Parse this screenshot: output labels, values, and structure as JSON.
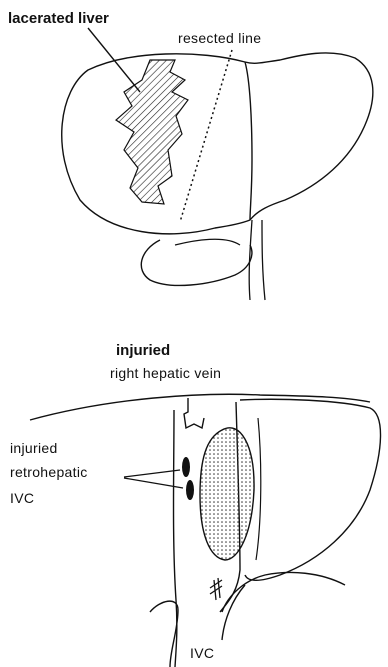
{
  "top_panel": {
    "label_lacerated": "lacerated  liver",
    "label_resected": "resected  line"
  },
  "bottom_panel": {
    "label_injuried_1": "injuried",
    "label_rhv": "right  hepatic  vein",
    "label_injuried_2": "injuried",
    "label_retro": "retrohepatic",
    "label_ivc_left": "IVC",
    "label_ivc_bottom": "IVC"
  }
}
